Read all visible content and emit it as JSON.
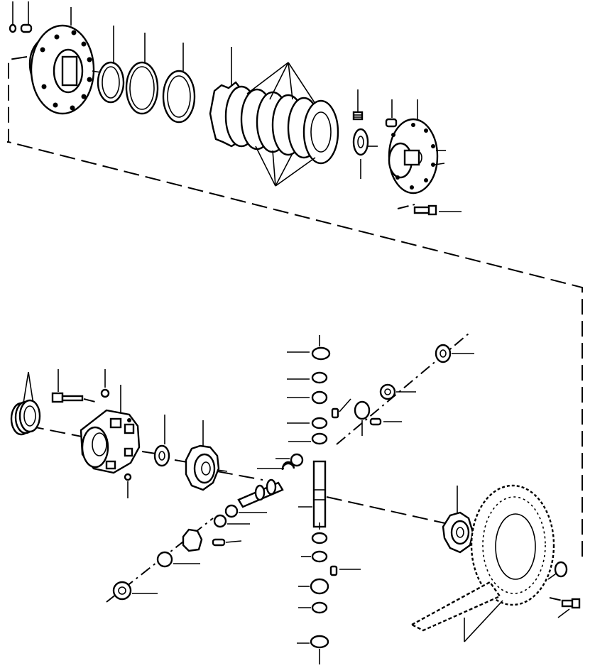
{
  "diagram": {
    "type": "exploded-parts-view",
    "colors": {
      "line": "#000000",
      "background": "#ffffff"
    },
    "upper_assembly": {
      "parts": [
        {
          "name": "pin",
          "icon": "pin-icon"
        },
        {
          "name": "dowel",
          "icon": "dowel-icon"
        },
        {
          "name": "case-half-left",
          "icon": "flange-icon"
        },
        {
          "name": "shim-1",
          "icon": "ring-icon"
        },
        {
          "name": "shim-2",
          "icon": "ring-icon"
        },
        {
          "name": "shim-3",
          "icon": "ring-icon"
        },
        {
          "name": "clutch-pack",
          "icon": "disc-stack-icon"
        },
        {
          "name": "spring",
          "icon": "spring-icon"
        },
        {
          "name": "plug",
          "icon": "plug-icon"
        },
        {
          "name": "washer",
          "icon": "washer-icon"
        },
        {
          "name": "case-half-right",
          "icon": "flange-icon"
        },
        {
          "name": "bolt",
          "icon": "bolt-icon"
        }
      ]
    },
    "lower_assembly": {
      "parts": [
        {
          "name": "bearing-cup",
          "icon": "ring-icon"
        },
        {
          "name": "bolt",
          "icon": "bolt-icon"
        },
        {
          "name": "ball",
          "icon": "ball-icon"
        },
        {
          "name": "diff-case",
          "icon": "case-icon"
        },
        {
          "name": "thrust-washer",
          "icon": "washer-icon"
        },
        {
          "name": "side-gear",
          "icon": "gear-icon"
        },
        {
          "name": "cross-shaft",
          "icon": "shaft-icon"
        },
        {
          "name": "pinion-gear",
          "icon": "gear-icon"
        },
        {
          "name": "pinion-shaft",
          "icon": "shaft-icon"
        },
        {
          "name": "ring-gear",
          "icon": "ring-gear-icon"
        },
        {
          "name": "drive-pinion",
          "icon": "pinion-icon"
        }
      ]
    }
  }
}
